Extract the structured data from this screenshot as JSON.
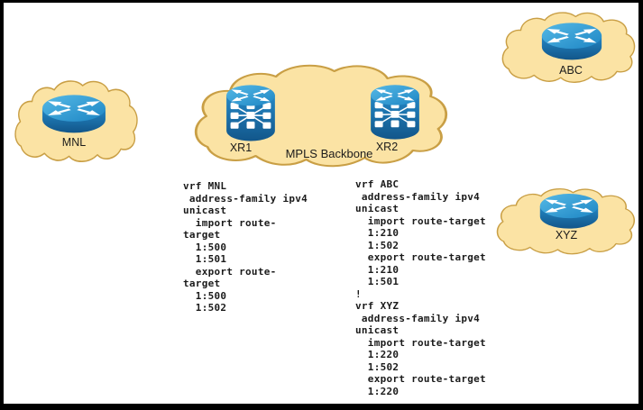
{
  "labels": {
    "cloud_mnl": "MNL",
    "cloud_abc": "ABC",
    "cloud_xyz": "XYZ",
    "cloud_mpls": "MPLS Backbone",
    "router_xr1": "XR1",
    "router_xr2": "XR2"
  },
  "configs": {
    "left_block": "vrf MNL\n address-family ipv4\nunicast\n  import route-\ntarget\n  1:500\n  1:501\n  export route-\ntarget\n  1:500\n  1:502",
    "right_block": "vrf ABC\n address-family ipv4\nunicast\n  import route-target\n  1:210\n  1:502\n  export route-target\n  1:210\n  1:501\n!\nvrf XYZ\n address-family ipv4\nunicast\n  import route-target\n  1:220\n  1:502\n  export route-target\n  1:220"
  },
  "icons": {
    "cloud": "network-cloud-shape",
    "edge_router": "cisco-router-icon",
    "core_router": "cisco-xr-router-icon"
  },
  "colors": {
    "cloud_fill": "#FBE3A4",
    "cloud_stroke": "#C99F45",
    "router_blue_light": "#47AEDE",
    "router_blue_dark": "#135C93",
    "text": "#1B1B1B",
    "frame": "#000000",
    "background": "#FFFFFF"
  }
}
